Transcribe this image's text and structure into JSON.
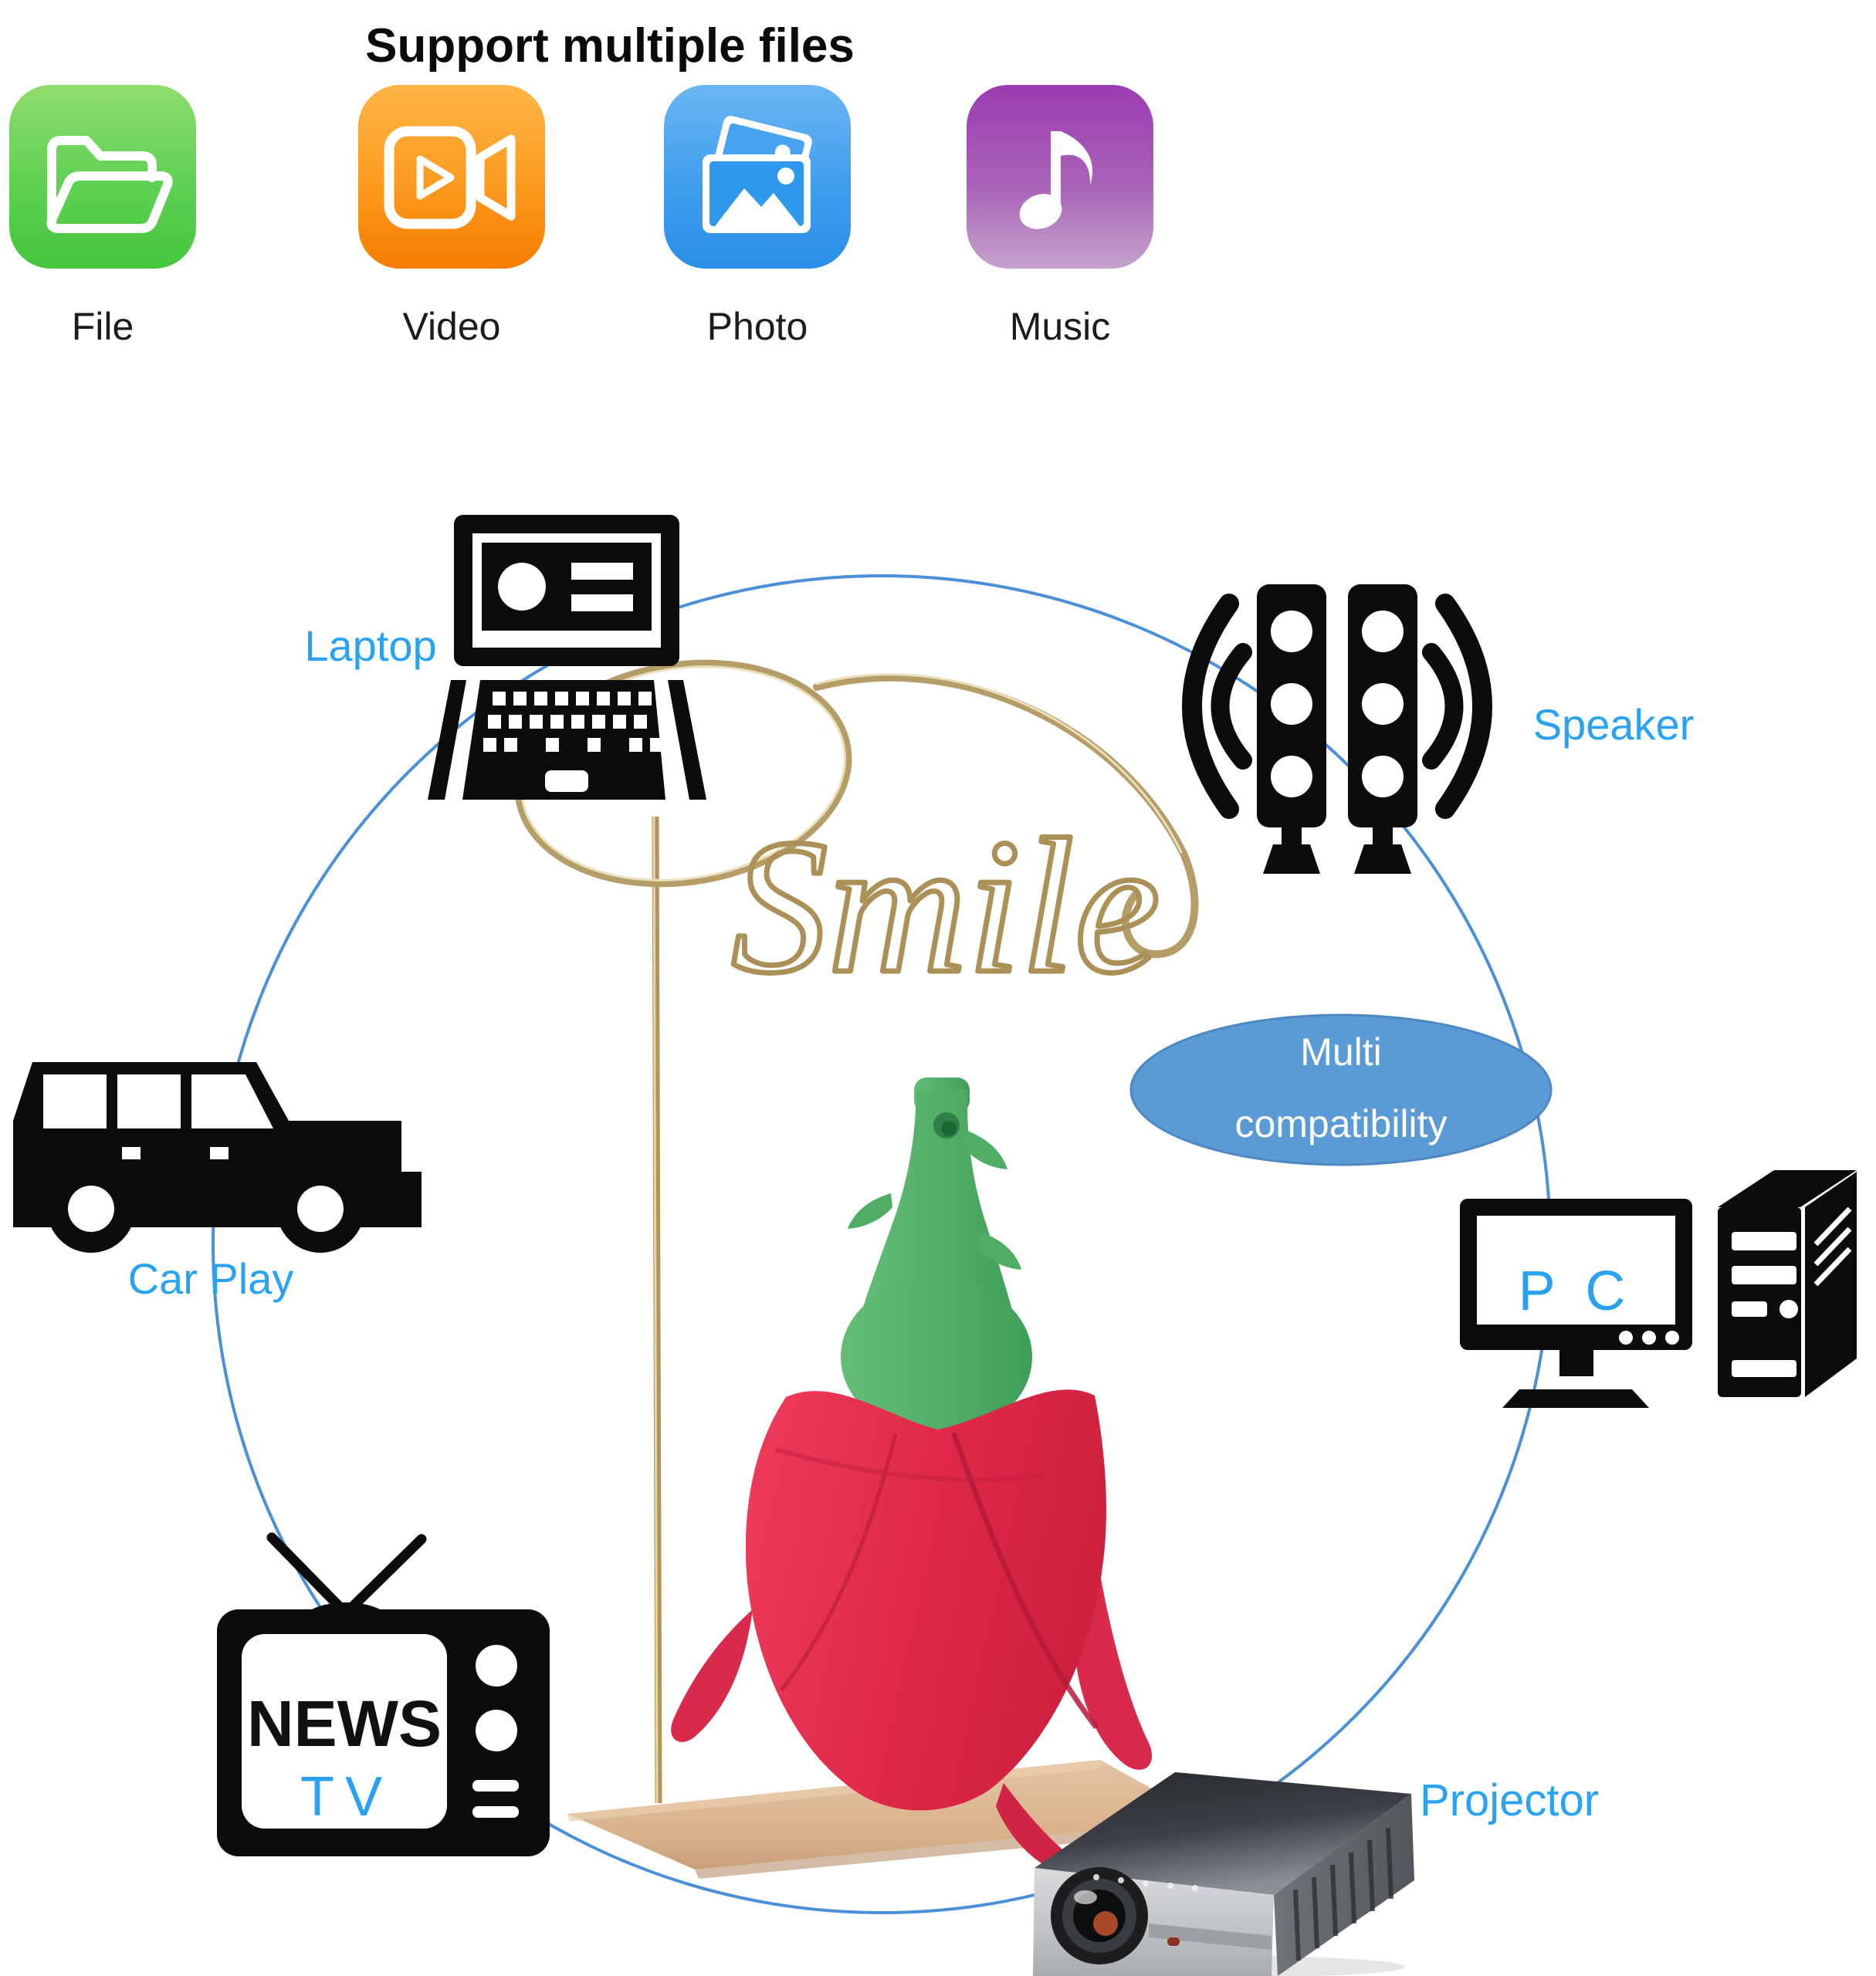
{
  "header": {
    "title": "Support multiple files"
  },
  "file_types": [
    {
      "label": "File",
      "icon": "folder-icon",
      "color_top": "#90dd6e",
      "color_bottom": "#44c53e"
    },
    {
      "label": "Video",
      "icon": "video-camera-icon",
      "color_top": "#ffb547",
      "color_bottom": "#f57d02"
    },
    {
      "label": "Photo",
      "icon": "photos-icon",
      "color_top": "#6ab6f2",
      "color_bottom": "#2a8fe8"
    },
    {
      "label": "Music",
      "icon": "music-note-icon",
      "color_top": "#9c3cb2",
      "color_bottom": "#c4a3cc"
    }
  ],
  "diagram": {
    "bubble": {
      "line1": "Multi",
      "line2": "compatibility",
      "fill": "#5b9bd5",
      "text_color": "#ffffff"
    },
    "connector_color": "#4a90d9",
    "label_color": "#29a3f1",
    "devices": [
      {
        "id": "laptop",
        "label": "Laptop"
      },
      {
        "id": "speaker",
        "label": "Speaker"
      },
      {
        "id": "pc",
        "label": "P C"
      },
      {
        "id": "projector",
        "label": "Projector"
      },
      {
        "id": "car",
        "label": "Car Play"
      },
      {
        "id": "tv",
        "label": "TV",
        "screen_text": "NEWS"
      }
    ]
  },
  "product": {
    "wire_word": "Smile"
  }
}
